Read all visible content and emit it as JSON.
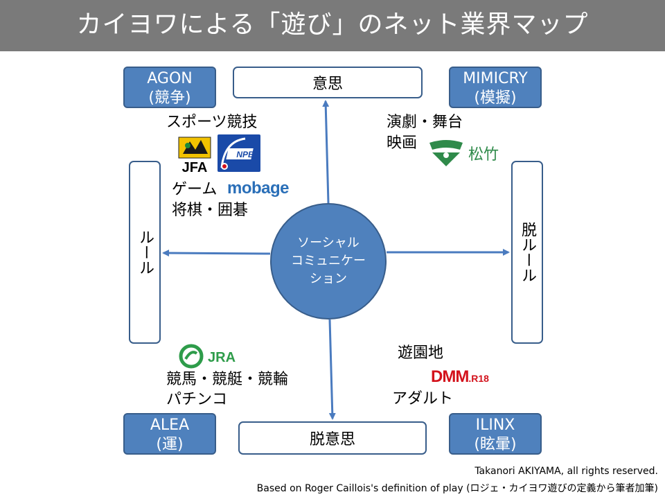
{
  "title": "カイヨワによる「遊び」のネット業界マップ",
  "corners": {
    "agon": {
      "name": "AGON",
      "sub": "(競争)"
    },
    "mimicry": {
      "name": "MIMICRY",
      "sub": "(模擬)"
    },
    "alea": {
      "name": "ALEA",
      "sub": "(運)"
    },
    "ilinx": {
      "name": "ILINX",
      "sub": "(眩暈)"
    }
  },
  "axes": {
    "top": "意思",
    "bottom": "脱意思",
    "left": "ルール",
    "right": "脱ルール"
  },
  "center": {
    "line1": "ソーシャル",
    "line2": "コミュニケー",
    "line3": "ション"
  },
  "quadrants": {
    "agon": {
      "label1": "スポーツ競技",
      "label2": "ゲーム",
      "label3": "将棋・囲碁",
      "logo_jfa": "JFA",
      "logo_npb": "NPB",
      "logo_mobage": "mobage"
    },
    "mimicry": {
      "label1": "演劇・舞台",
      "label2": "映画",
      "logo_shochiku": "松竹"
    },
    "alea": {
      "label1": "競馬・競艇・競輪",
      "label2": "パチンコ",
      "logo_jra": "JRA"
    },
    "ilinx": {
      "label1": "遊園地",
      "label2": "アダルト",
      "logo_dmm": "DMM",
      "logo_dmm_suffix": ".R18"
    }
  },
  "credits": {
    "line1": "Takanori AKIYAMA, all rights reserved.",
    "line2": "Based on Roger Caillois's definition of play (ロジェ・カイヨワ遊びの定義から筆者加筆)"
  },
  "colors": {
    "box_fill": "#4f81bd",
    "box_border": "#385d8a",
    "title_bar": "#7a7a7a",
    "jra_green": "#2e9c4a",
    "npb_blue": "#1a4aa8",
    "dmm_red": "#d3121c",
    "shochiku_green": "#2f8a4a"
  }
}
